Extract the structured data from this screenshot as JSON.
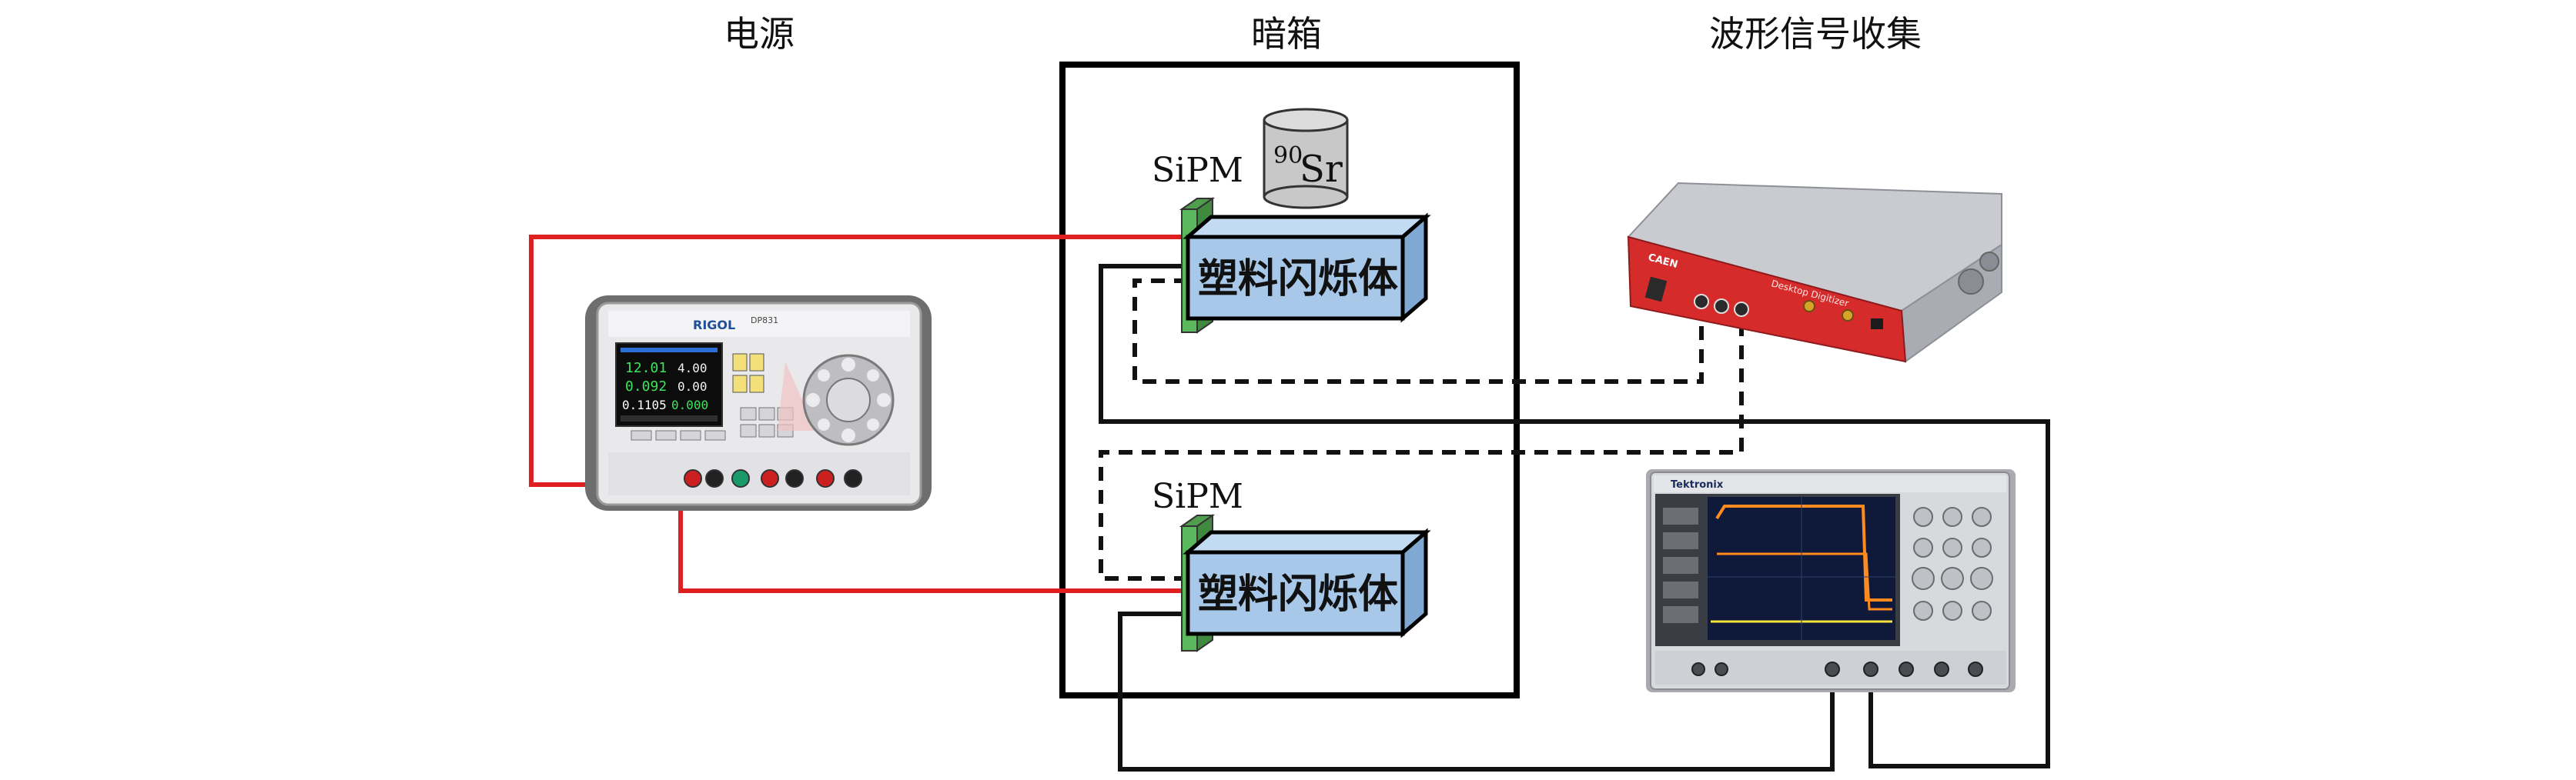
{
  "sections": {
    "power_supply": "电源",
    "dark_box": "暗箱",
    "waveform_collection": "波形信号收集"
  },
  "sipm_label": "SiPM",
  "source": {
    "mass_number": "90",
    "element": "Sr"
  },
  "scintillator_label": "塑料闪烁体",
  "power_supply_device": {
    "brand": "RIGOL",
    "model": "DP831",
    "readings": [
      "12.01",
      "4.00",
      "0.092",
      "0.00",
      "0.1105",
      "0.000"
    ]
  },
  "digitizer_device": {
    "brand": "CAEN",
    "name": "Desktop Digitizer"
  },
  "oscilloscope_device": {
    "brand": "Tektronix"
  },
  "colors": {
    "power_cable": "#e02020",
    "signal_cable": "#111111",
    "scintillator_fill": "#a7c8e8",
    "sipm_fill": "#5cb85c",
    "source_fill": "#c8c8c8",
    "digitizer_body": "#d62b2b",
    "oscilloscope_screen": "#0f1a3a"
  }
}
